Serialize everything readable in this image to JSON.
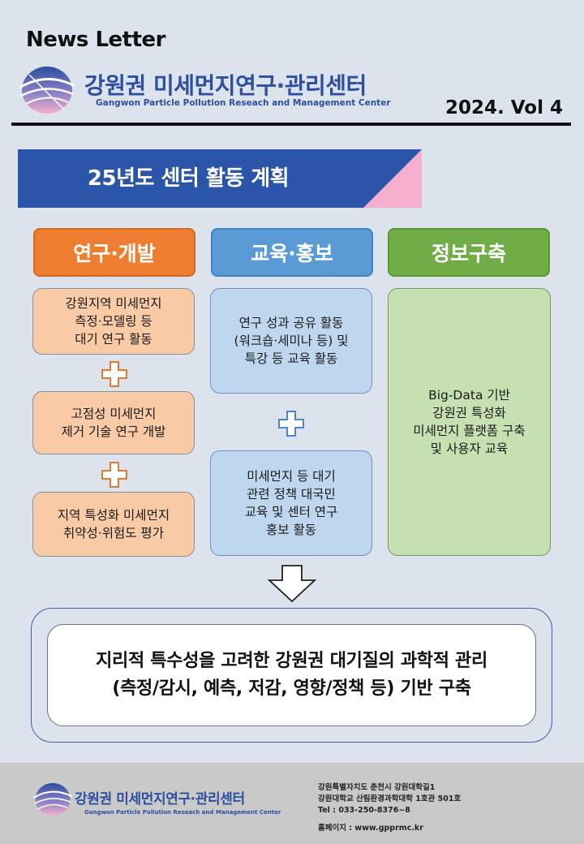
{
  "header": {
    "newsletter": "News Letter",
    "org_name_ko": "강원권 미세먼지연구·관리센터",
    "org_name_en": "Gangwon Particle Pollution Reseach and Management Center",
    "volume": "2024. Vol 4"
  },
  "banner": {
    "title": "25년도 센터 활동 계획"
  },
  "categories": [
    {
      "label": "연구·개발",
      "color": "#ef7d31"
    },
    {
      "label": "교육·홍보",
      "color": "#5a9bd6"
    },
    {
      "label": "정보구축",
      "color": "#70ad46"
    }
  ],
  "research_items": [
    "강원지역 미세먼지\n측정·모델링 등\n대기 연구 활동",
    "고점성 미세먼지\n제거 기술 연구 개발",
    "지역 특성화 미세먼지\n취약성·위험도 평가"
  ],
  "edu_items": [
    "연구 성과 공유 활동\n(워크숍·세미나 등) 및\n특강 등 교육 활동",
    "미세먼지 등 대기\n관련 정책 대국민\n교육 및 센터 연구\n홍보 활동"
  ],
  "info_items": [
    "Big-Data 기반\n강원권 특성화\n미세먼지 플랫폼 구축\n및 사용자 교육"
  ],
  "summary": {
    "line1": "지리적 특수성을 고려한 강원권 대기질의 과학적 관리",
    "line2": "(측정/감시, 예측, 저감, 영향/정책 등) 기반 구축"
  },
  "footer": {
    "org_name_ko": "강원권 미세먼지연구·관리센터",
    "org_name_en": "Gangwon Particle Pollution Reseach and Management Center",
    "address_line1": "강원특별자치도 춘천시 강원대학길1",
    "address_line2": "강원대학교 산림환경과학대학 1호관 501호",
    "tel": "Tel : 033-250-8376~8",
    "website": "홈페이지 : www.gpprmc.kr"
  },
  "colors": {
    "brand_blue": "#2c4f9e",
    "banner_blue": "#2b55a9",
    "accent_pink": "#f4b0cc",
    "page_bg": "#dde3ec"
  }
}
